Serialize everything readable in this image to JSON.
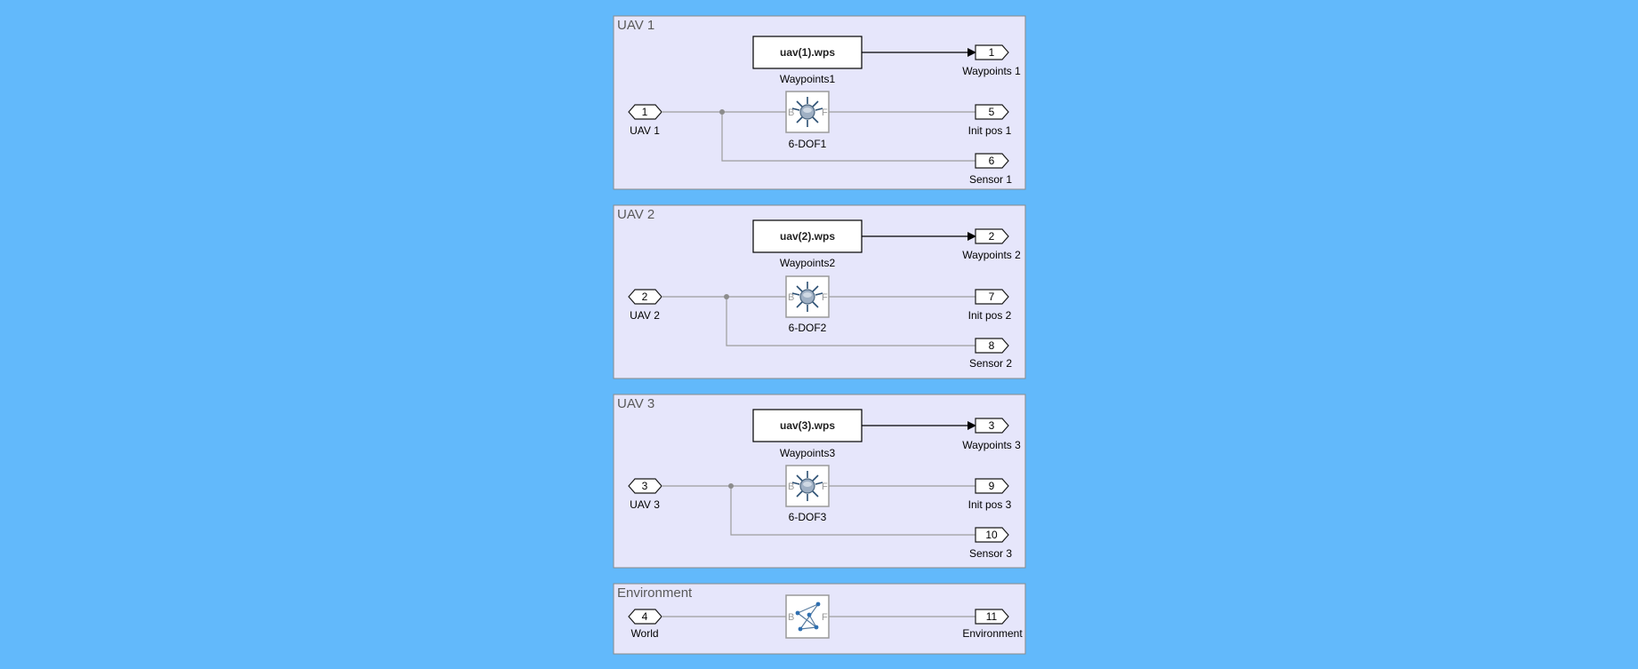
{
  "colors": {
    "background": "#62b9fb",
    "area_fill": "#e6e6fb",
    "area_border": "#8a8a8a",
    "signal_line": "#9c9c9c",
    "arrow_line": "#000000"
  },
  "areas": [
    {
      "title": "UAV 1",
      "waypoint_block": {
        "value": "uav(1).wps",
        "label": "Waypoints1"
      },
      "waypoint_out": {
        "number": "1",
        "label": "Waypoints 1"
      },
      "input_port": {
        "number": "1",
        "label": "UAV 1"
      },
      "dof_block": {
        "label": "6-DOF1",
        "icon": "aircraft-icon",
        "in_letter": "B",
        "out_letter": "F"
      },
      "init_out": {
        "number": "5",
        "label": "Init pos 1"
      },
      "sensor_out": {
        "number": "6",
        "label": "Sensor 1"
      }
    },
    {
      "title": "UAV 2",
      "waypoint_block": {
        "value": "uav(2).wps",
        "label": "Waypoints2"
      },
      "waypoint_out": {
        "number": "2",
        "label": "Waypoints 2"
      },
      "input_port": {
        "number": "2",
        "label": "UAV 2"
      },
      "dof_block": {
        "label": "6-DOF2",
        "icon": "aircraft-icon",
        "in_letter": "B",
        "out_letter": "F"
      },
      "init_out": {
        "number": "7",
        "label": "Init pos 2"
      },
      "sensor_out": {
        "number": "8",
        "label": "Sensor 2"
      }
    },
    {
      "title": "UAV 3",
      "waypoint_block": {
        "value": "uav(3).wps",
        "label": "Waypoints3"
      },
      "waypoint_out": {
        "number": "3",
        "label": "Waypoints 3"
      },
      "input_port": {
        "number": "3",
        "label": "UAV 3"
      },
      "dof_block": {
        "label": "6-DOF3",
        "icon": "aircraft-icon",
        "in_letter": "B",
        "out_letter": "F"
      },
      "init_out": {
        "number": "9",
        "label": "Init pos 3"
      },
      "sensor_out": {
        "number": "10",
        "label": "Sensor 3"
      }
    }
  ],
  "environment": {
    "title": "Environment",
    "input_port": {
      "number": "4",
      "label": "World"
    },
    "block": {
      "icon": "scenario-network-icon",
      "in_letter": "B",
      "out_letter": "F"
    },
    "output_port": {
      "number": "11",
      "label": "Environment"
    }
  }
}
